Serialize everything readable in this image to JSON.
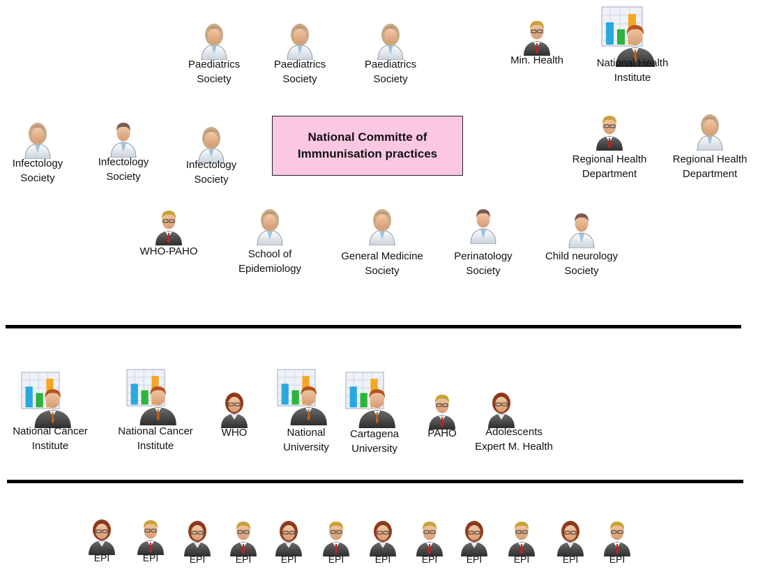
{
  "committee": {
    "line1": "National Committe of",
    "line2": "Immnunisation practices"
  },
  "colors": {
    "committee_fill": "#fbc7e3",
    "divider": "#000000"
  },
  "top_tier": [
    {
      "icon": "doctor-female-icon",
      "line1": "Paediatrics",
      "line2": "Society"
    },
    {
      "icon": "doctor-female-icon",
      "line1": "Paediatrics",
      "line2": "Society"
    },
    {
      "icon": "doctor-female-icon",
      "line1": "Paediatrics",
      "line2": "Society"
    },
    {
      "icon": "businessman-icon",
      "line1": "Min. Health",
      "line2": ""
    },
    {
      "icon": "analyst-chart-icon",
      "line1": "National Health",
      "line2": "Institute"
    },
    {
      "icon": "doctor-female-icon",
      "line1": "Infectology",
      "line2": "Society"
    },
    {
      "icon": "doctor-male-icon",
      "line1": "Infectology",
      "line2": "Society"
    },
    {
      "icon": "doctor-female-icon",
      "line1": "Infectology",
      "line2": "Society"
    },
    {
      "icon": "businessman-icon",
      "line1": "Regional Health",
      "line2": "Department"
    },
    {
      "icon": "doctor-female-icon",
      "line1": "Regional Health",
      "line2": "Department"
    },
    {
      "icon": "businessman-icon",
      "line1": "WHO-PAHO",
      "line2": ""
    },
    {
      "icon": "doctor-female-icon",
      "line1": "School of",
      "line2": "Epidemiology"
    },
    {
      "icon": "doctor-female-icon",
      "line1": "General Medicine",
      "line2": "Society"
    },
    {
      "icon": "doctor-male-icon",
      "line1": "Perinatology",
      "line2": "Society"
    },
    {
      "icon": "doctor-male-icon",
      "line1": "Child neurology",
      "line2": "Society"
    }
  ],
  "middle_tier": [
    {
      "icon": "analyst-chart-icon",
      "line1": "National Cancer",
      "line2": "Institute"
    },
    {
      "icon": "analyst-chart-icon",
      "line1": "National Cancer",
      "line2": "Institute"
    },
    {
      "icon": "businesswoman-icon",
      "line1": "WHO",
      "line2": ""
    },
    {
      "icon": "analyst-chart-icon",
      "line1": "National",
      "line2": "University"
    },
    {
      "icon": "analyst-chart-icon",
      "line1": "Cartagena",
      "line2": "University"
    },
    {
      "icon": "businessman-icon",
      "line1": "PAHO",
      "line2": ""
    },
    {
      "icon": "businesswoman-icon",
      "line1": "Adolescents",
      "line2": "Expert M. Health"
    }
  ],
  "bottom_tier": [
    {
      "icon": "businesswoman-icon",
      "label": "EPI"
    },
    {
      "icon": "businessman-icon",
      "label": "EPI"
    },
    {
      "icon": "businesswoman-icon",
      "label": "EPI"
    },
    {
      "icon": "businessman-icon",
      "label": "EPI"
    },
    {
      "icon": "businesswoman-icon",
      "label": "EPI"
    },
    {
      "icon": "businessman-icon",
      "label": "EPI"
    },
    {
      "icon": "businesswoman-icon",
      "label": "EPI"
    },
    {
      "icon": "businessman-icon",
      "label": "EPI"
    },
    {
      "icon": "businesswoman-icon",
      "label": "EPI"
    },
    {
      "icon": "businessman-icon",
      "label": "EPI"
    },
    {
      "icon": "businesswoman-icon",
      "label": "EPI"
    },
    {
      "icon": "businessman-icon",
      "label": "EPI"
    }
  ]
}
